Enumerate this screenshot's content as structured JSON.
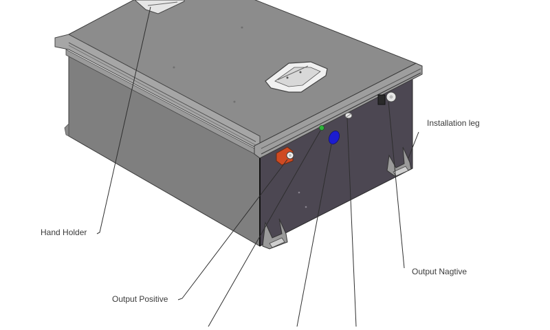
{
  "diagram": {
    "subject": "battery-box-isometric",
    "colors": {
      "background": "#ffffff",
      "lid_top": "#8a8a8a",
      "left_side": "#7d7d7d",
      "front_face": "#4a4650",
      "rim": "#9c9c9c",
      "leader_line": "#2e2e2e",
      "label_text": "#3a3a3a",
      "positive_terminal": "#d2491f",
      "indicator_led": "#2db33a",
      "blue_port": "#1a1acf"
    },
    "labels": [
      {
        "id": "hand-holder",
        "text": "Hand Holder"
      },
      {
        "id": "output-positive",
        "text": "Output Positive"
      },
      {
        "id": "installation-leg",
        "text": "Installation leg"
      },
      {
        "id": "output-negative",
        "text": "Output Nagtive"
      }
    ]
  }
}
